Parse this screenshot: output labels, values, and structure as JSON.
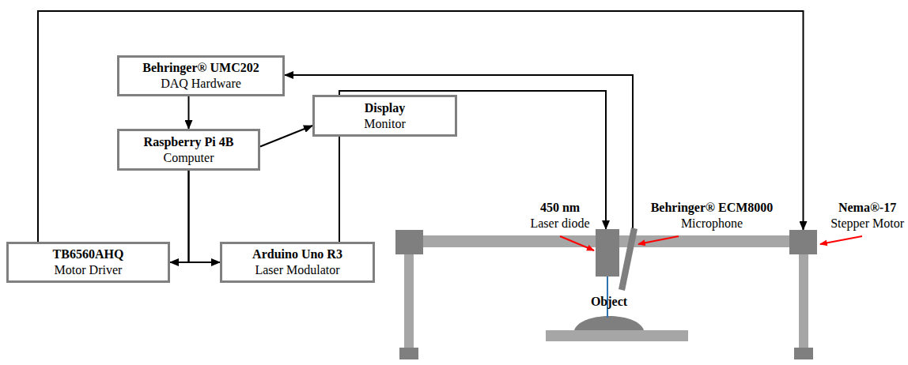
{
  "diagram": {
    "nodes": [
      {
        "text": [
          "Behringer® UMC202",
          "DAQ Hardware"
        ]
      },
      {
        "text": [
          "Display",
          "Monitor"
        ]
      },
      {
        "text": [
          "Raspberry Pi 4B",
          "Computer"
        ]
      },
      {
        "text": [
          "TB6560AHQ",
          "Motor Driver"
        ]
      },
      {
        "text": [
          "Arduino Uno R3",
          "Laser Modulator"
        ]
      },
      {
        "text": [
          "450 nm",
          "Laser diode"
        ]
      },
      {
        "text": [
          "Behringer® ECM8000",
          "Microphone"
        ]
      },
      {
        "text": [
          "Nema®-17",
          "Stepper Motor"
        ]
      }
    ],
    "edges": [
      {
        "from": 0,
        "to": 2,
        "arrow": "to"
      },
      {
        "from": 2,
        "to": 1,
        "arrow": "to"
      },
      {
        "from": 2,
        "to": 3,
        "arrow": "to"
      },
      {
        "from": 2,
        "to": 4,
        "arrow": "to"
      },
      {
        "from": 3,
        "to": 7,
        "arrow": "to"
      },
      {
        "from": 4,
        "to": 5,
        "arrow": "to"
      },
      {
        "from": 6,
        "to": 0,
        "arrow": "to"
      }
    ],
    "labels": [
      "Object"
    ]
  }
}
